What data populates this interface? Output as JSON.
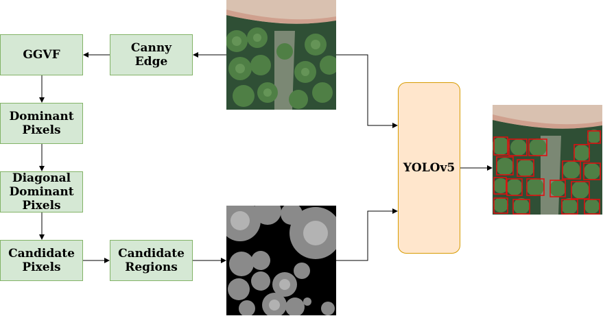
{
  "nodes": {
    "ggvf": "GGVF",
    "canny": "Canny\nEdge",
    "dominant": "Dominant\nPixels",
    "diagonal": "Diagonal\nDominant\nPixels",
    "candidate_pixels": "Candidate\nPixels",
    "candidate_regions": "Candidate\nRegions",
    "yolo": "YOLOv5"
  },
  "colors": {
    "process_fill": "#d5e8d4",
    "process_border": "#82b366",
    "model_fill": "#ffe6cc",
    "model_border": "#d79b00",
    "detection_box": "#e01010"
  }
}
